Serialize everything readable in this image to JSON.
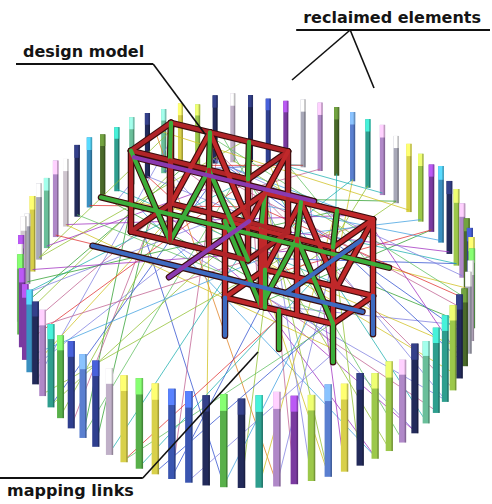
{
  "diagram": {
    "labels": [
      "design model",
      "reclaimed elements",
      "mapping links"
    ]
  }
}
